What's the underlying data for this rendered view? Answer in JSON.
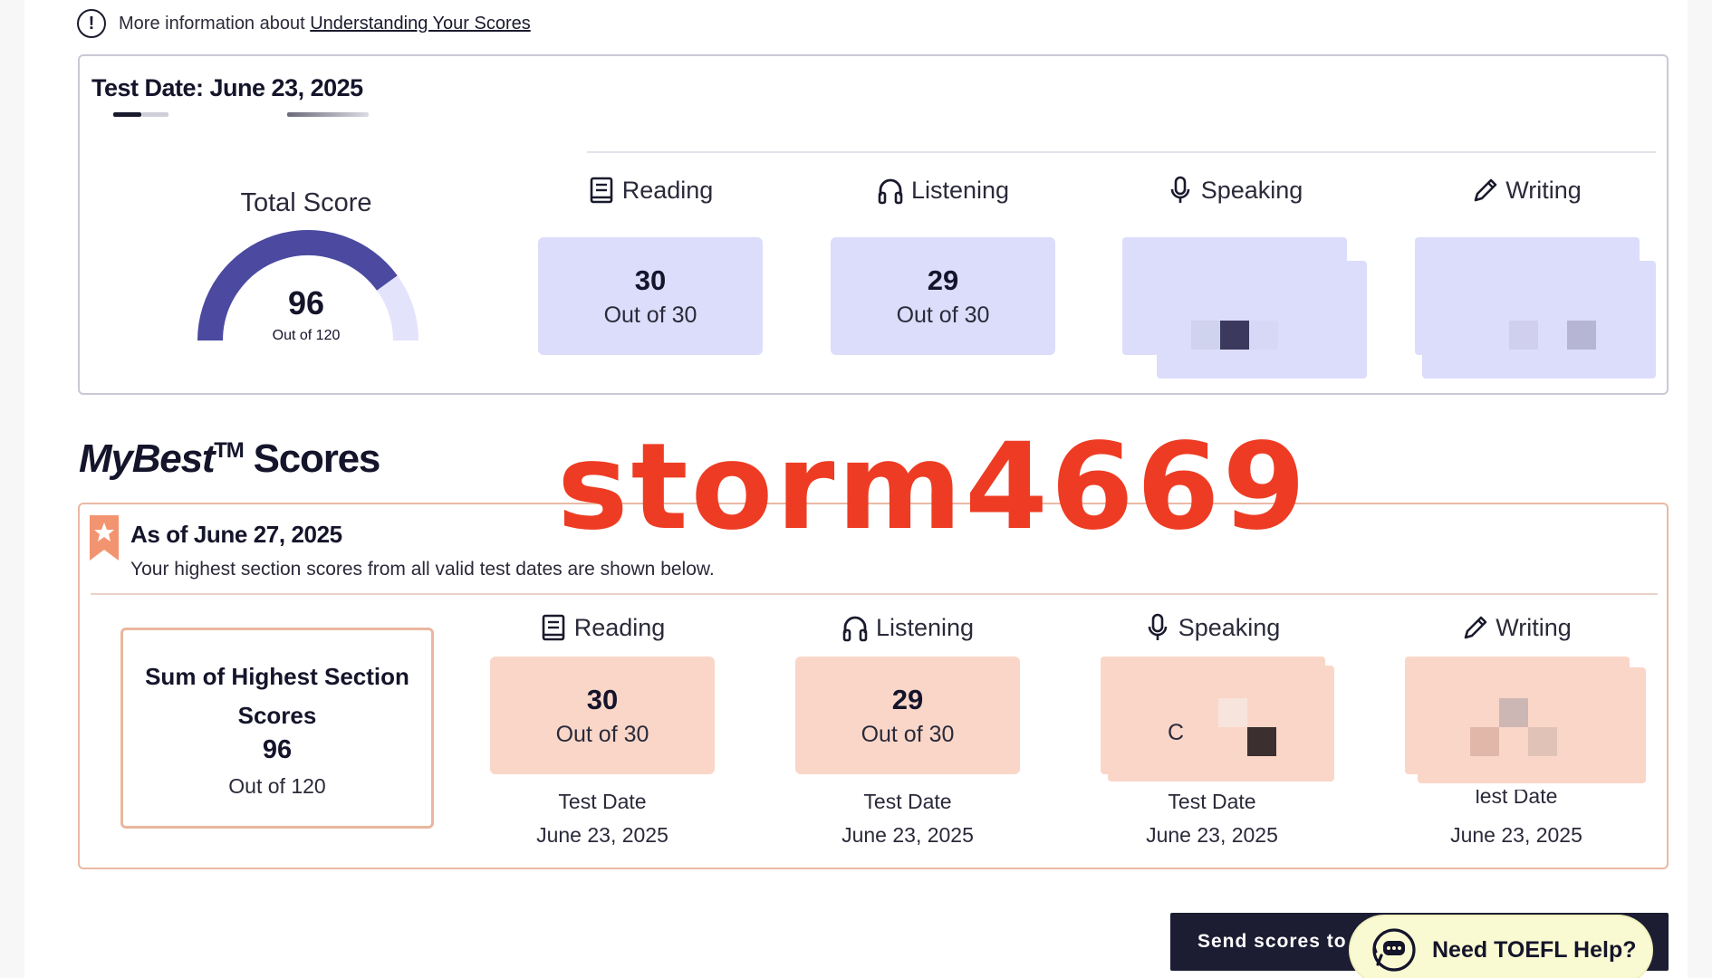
{
  "info": {
    "prefix": "More information about",
    "link": "Understanding Your Scores"
  },
  "test_card": {
    "title": "Test Date: June 23, 2025",
    "total_label": "Total Score",
    "total_value": "96",
    "total_out": "Out of 120",
    "total_fraction": 0.8,
    "sections": [
      {
        "name": "Reading",
        "icon": "book-icon",
        "value": "30",
        "out": "Out of 30"
      },
      {
        "name": "Listening",
        "icon": "headphones-icon",
        "value": "29",
        "out": "Out of 30"
      },
      {
        "name": "Speaking",
        "icon": "microphone-icon"
      },
      {
        "name": "Writing",
        "icon": "pencil-icon"
      }
    ]
  },
  "mybest": {
    "title_italic": "MyBest",
    "title_tm": "TM",
    "title_rest": "Scores",
    "asof": "As of June 27, 2025",
    "subtitle": "Your highest section scores from all valid test dates are shown below.",
    "sum_label": "Sum of Highest Section Scores",
    "sum_value": "96",
    "sum_out": "Out of 120",
    "sections": [
      {
        "name": "Reading",
        "icon": "book-icon",
        "value": "30",
        "out": "Out of 30",
        "date_label": "Test Date",
        "date": "June 23, 2025"
      },
      {
        "name": "Listening",
        "icon": "headphones-icon",
        "value": "29",
        "out": "Out of 30",
        "date_label": "Test Date",
        "date": "June 23, 2025"
      },
      {
        "name": "Speaking",
        "icon": "microphone-icon",
        "partial": "C",
        "date_label": "Test Date",
        "date": "June 23, 2025"
      },
      {
        "name": "Writing",
        "icon": "pencil-icon",
        "date_label": "lest Date",
        "date": "June 23, 2025"
      }
    ]
  },
  "watermark": "storm4669",
  "buttons": {
    "send": "Send scores to",
    "help": "Need TOEFL Help?"
  },
  "colors": {
    "gauge_fill": "#4b4aa0",
    "gauge_track": "#e3e3fb",
    "blue_box": "#dcdcfb",
    "peach_box": "#fad6c8",
    "accent_orange": "#f08a5d",
    "watermark": "#ee3c24"
  }
}
